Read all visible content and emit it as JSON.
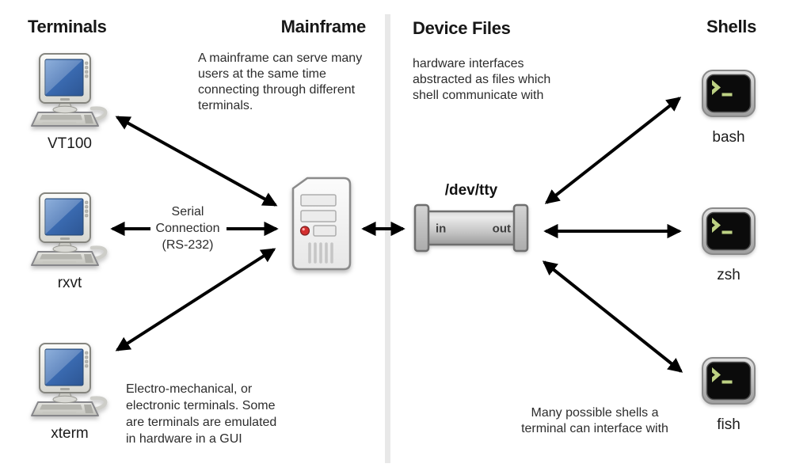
{
  "headings": {
    "terminals": "Terminals",
    "mainframe": "Mainframe",
    "device_files": "Device Files",
    "shells": "Shells"
  },
  "mainframe_note": {
    "lines": [
      "A mainframe can serve many",
      "users at the same time",
      "connecting through different",
      "terminals."
    ]
  },
  "device_files_note": {
    "lines": [
      "hardware interfaces",
      "abstracted as files which",
      "shell communicate with"
    ]
  },
  "terminal_note": {
    "lines": [
      "Electro-mechanical, or",
      "electronic terminals. Some",
      "are terminals are emulated",
      "in hardware in a GUI"
    ]
  },
  "shells_note": {
    "lines": [
      "Many possible shells a",
      "terminal can interface with"
    ]
  },
  "serial_connection": {
    "lines": [
      "Serial",
      "Connection",
      "(RS-232)"
    ]
  },
  "terminals": [
    {
      "label": "VT100"
    },
    {
      "label": "rxvt"
    },
    {
      "label": "xterm"
    }
  ],
  "shells": [
    {
      "label": "bash"
    },
    {
      "label": "zsh"
    },
    {
      "label": "fish"
    }
  ],
  "pipe": {
    "label": "/dev/tty",
    "in": "in",
    "out": "out"
  },
  "icons": {
    "terminal": "crt-computer-icon",
    "mainframe": "server-tower-icon",
    "shell": "terminal-prompt-icon",
    "pipe": "pipe-device-icon"
  },
  "colors": {
    "screen_blue": "#3a6ab0",
    "prompt_green": "#bdd183",
    "led_red": "#d42f2f",
    "divider_gray": "#e8e8e8",
    "arrow_black": "#000000"
  }
}
